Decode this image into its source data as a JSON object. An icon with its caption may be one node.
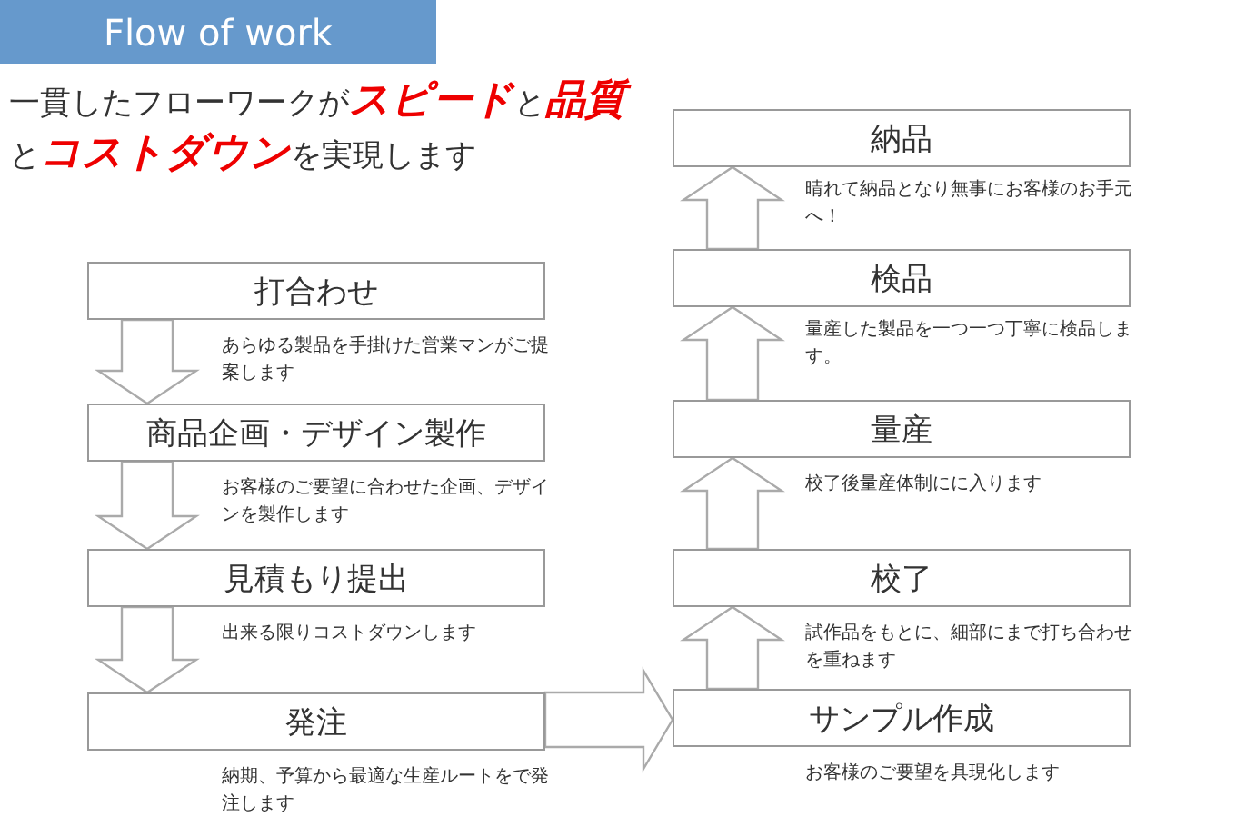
{
  "diagram": {
    "title": "Flow of work",
    "nodes": [
      {
        "text": [
          "打合わせ"
        ],
        "beside": [
          "あらゆる製品を手掛けた営業マンがご提案します"
        ]
      },
      {
        "text": [
          "商品企画・デザイン製作"
        ],
        "beside": [
          "お客様のご要望に合わせた企画、デザインを製作します"
        ]
      },
      {
        "text": [
          "見積もり提出"
        ],
        "beside": [
          "出来る限りコストダウンします"
        ]
      },
      {
        "text": [
          "発注"
        ],
        "beside": [
          "納期、予算から最適な生産ルートをで発注します"
        ]
      },
      {
        "text": [
          "サンプル作成"
        ],
        "beside": [
          "お客様のご要望を具現化します"
        ]
      },
      {
        "text": [
          "校了"
        ],
        "beside": [
          "試作品をもとに、細部にまで打ち合わせを重ねます"
        ]
      },
      {
        "text": [
          "量産"
        ],
        "beside": [
          "校了後量産体制にに入ります"
        ]
      },
      {
        "text": [
          "検品"
        ],
        "beside": [
          "量産した製品を一つ一つ丁寧に検品します。"
        ]
      },
      {
        "text": [
          "納品"
        ],
        "beside": [
          "晴れて納品となり無事にお客様のお手元へ！"
        ]
      }
    ],
    "edges": [
      {
        "from": 0,
        "to": 1,
        "arrow": "to"
      },
      {
        "from": 1,
        "to": 2,
        "arrow": "to"
      },
      {
        "from": 2,
        "to": 3,
        "arrow": "to"
      },
      {
        "from": 3,
        "to": 4,
        "arrow": "to"
      },
      {
        "from": 4,
        "to": 5,
        "arrow": "to"
      },
      {
        "from": 5,
        "to": 6,
        "arrow": "to"
      },
      {
        "from": 6,
        "to": 7,
        "arrow": "to"
      },
      {
        "from": 7,
        "to": 8,
        "arrow": "to"
      }
    ],
    "labels": [
      "一貫したフローワークが**スピード**と**品質**と**コストダウン**を実現します"
    ]
  }
}
